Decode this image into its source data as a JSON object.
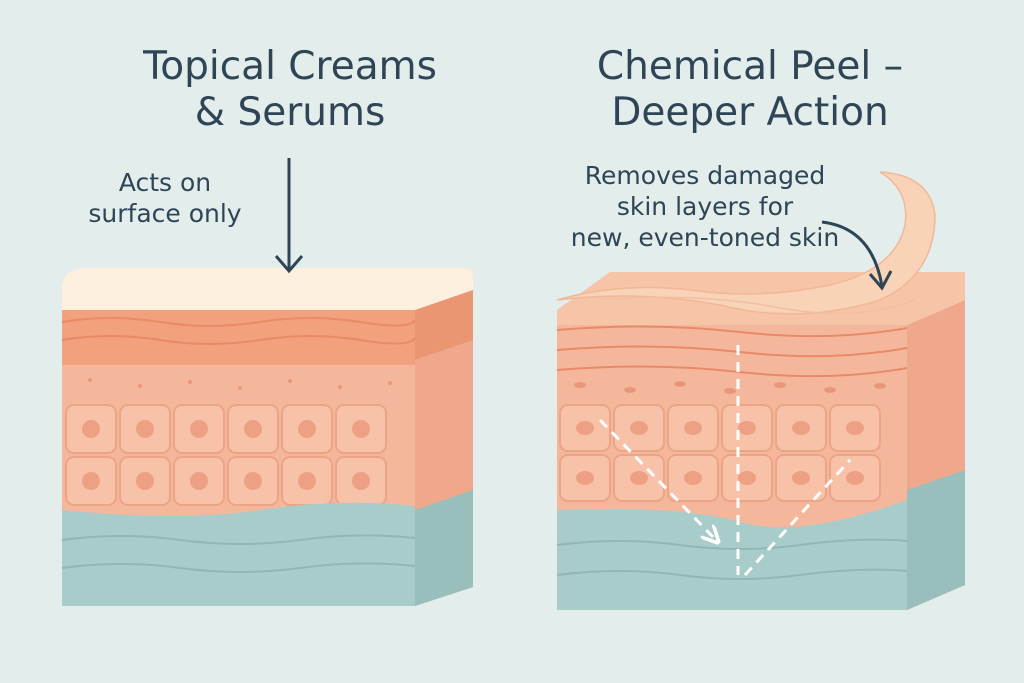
{
  "panels": {
    "left": {
      "title_line1": "Topical Creams",
      "title_line2": "& Serums",
      "note_line1": "Acts on",
      "note_line2": "surface only"
    },
    "right": {
      "title_line1": "Chemical Peel –",
      "title_line2": "Deeper Action",
      "note_line1": "Removes damaged",
      "note_line2": "skin layers for",
      "note_line3": "new, even-toned skin"
    }
  },
  "colors": {
    "background": "#e3edeb",
    "text": "#2f4556",
    "surface_layer": "#fbe9d4",
    "epidermis_top": "#f3a07e",
    "epidermis": "#f5b79b",
    "cells": "#f3ad91",
    "dermis": "#a8ccc9",
    "peel_film": "#f9d3b8"
  },
  "icons": [
    "down-arrow-icon",
    "curved-arrow-icon",
    "dashed-arrow-icon"
  ]
}
